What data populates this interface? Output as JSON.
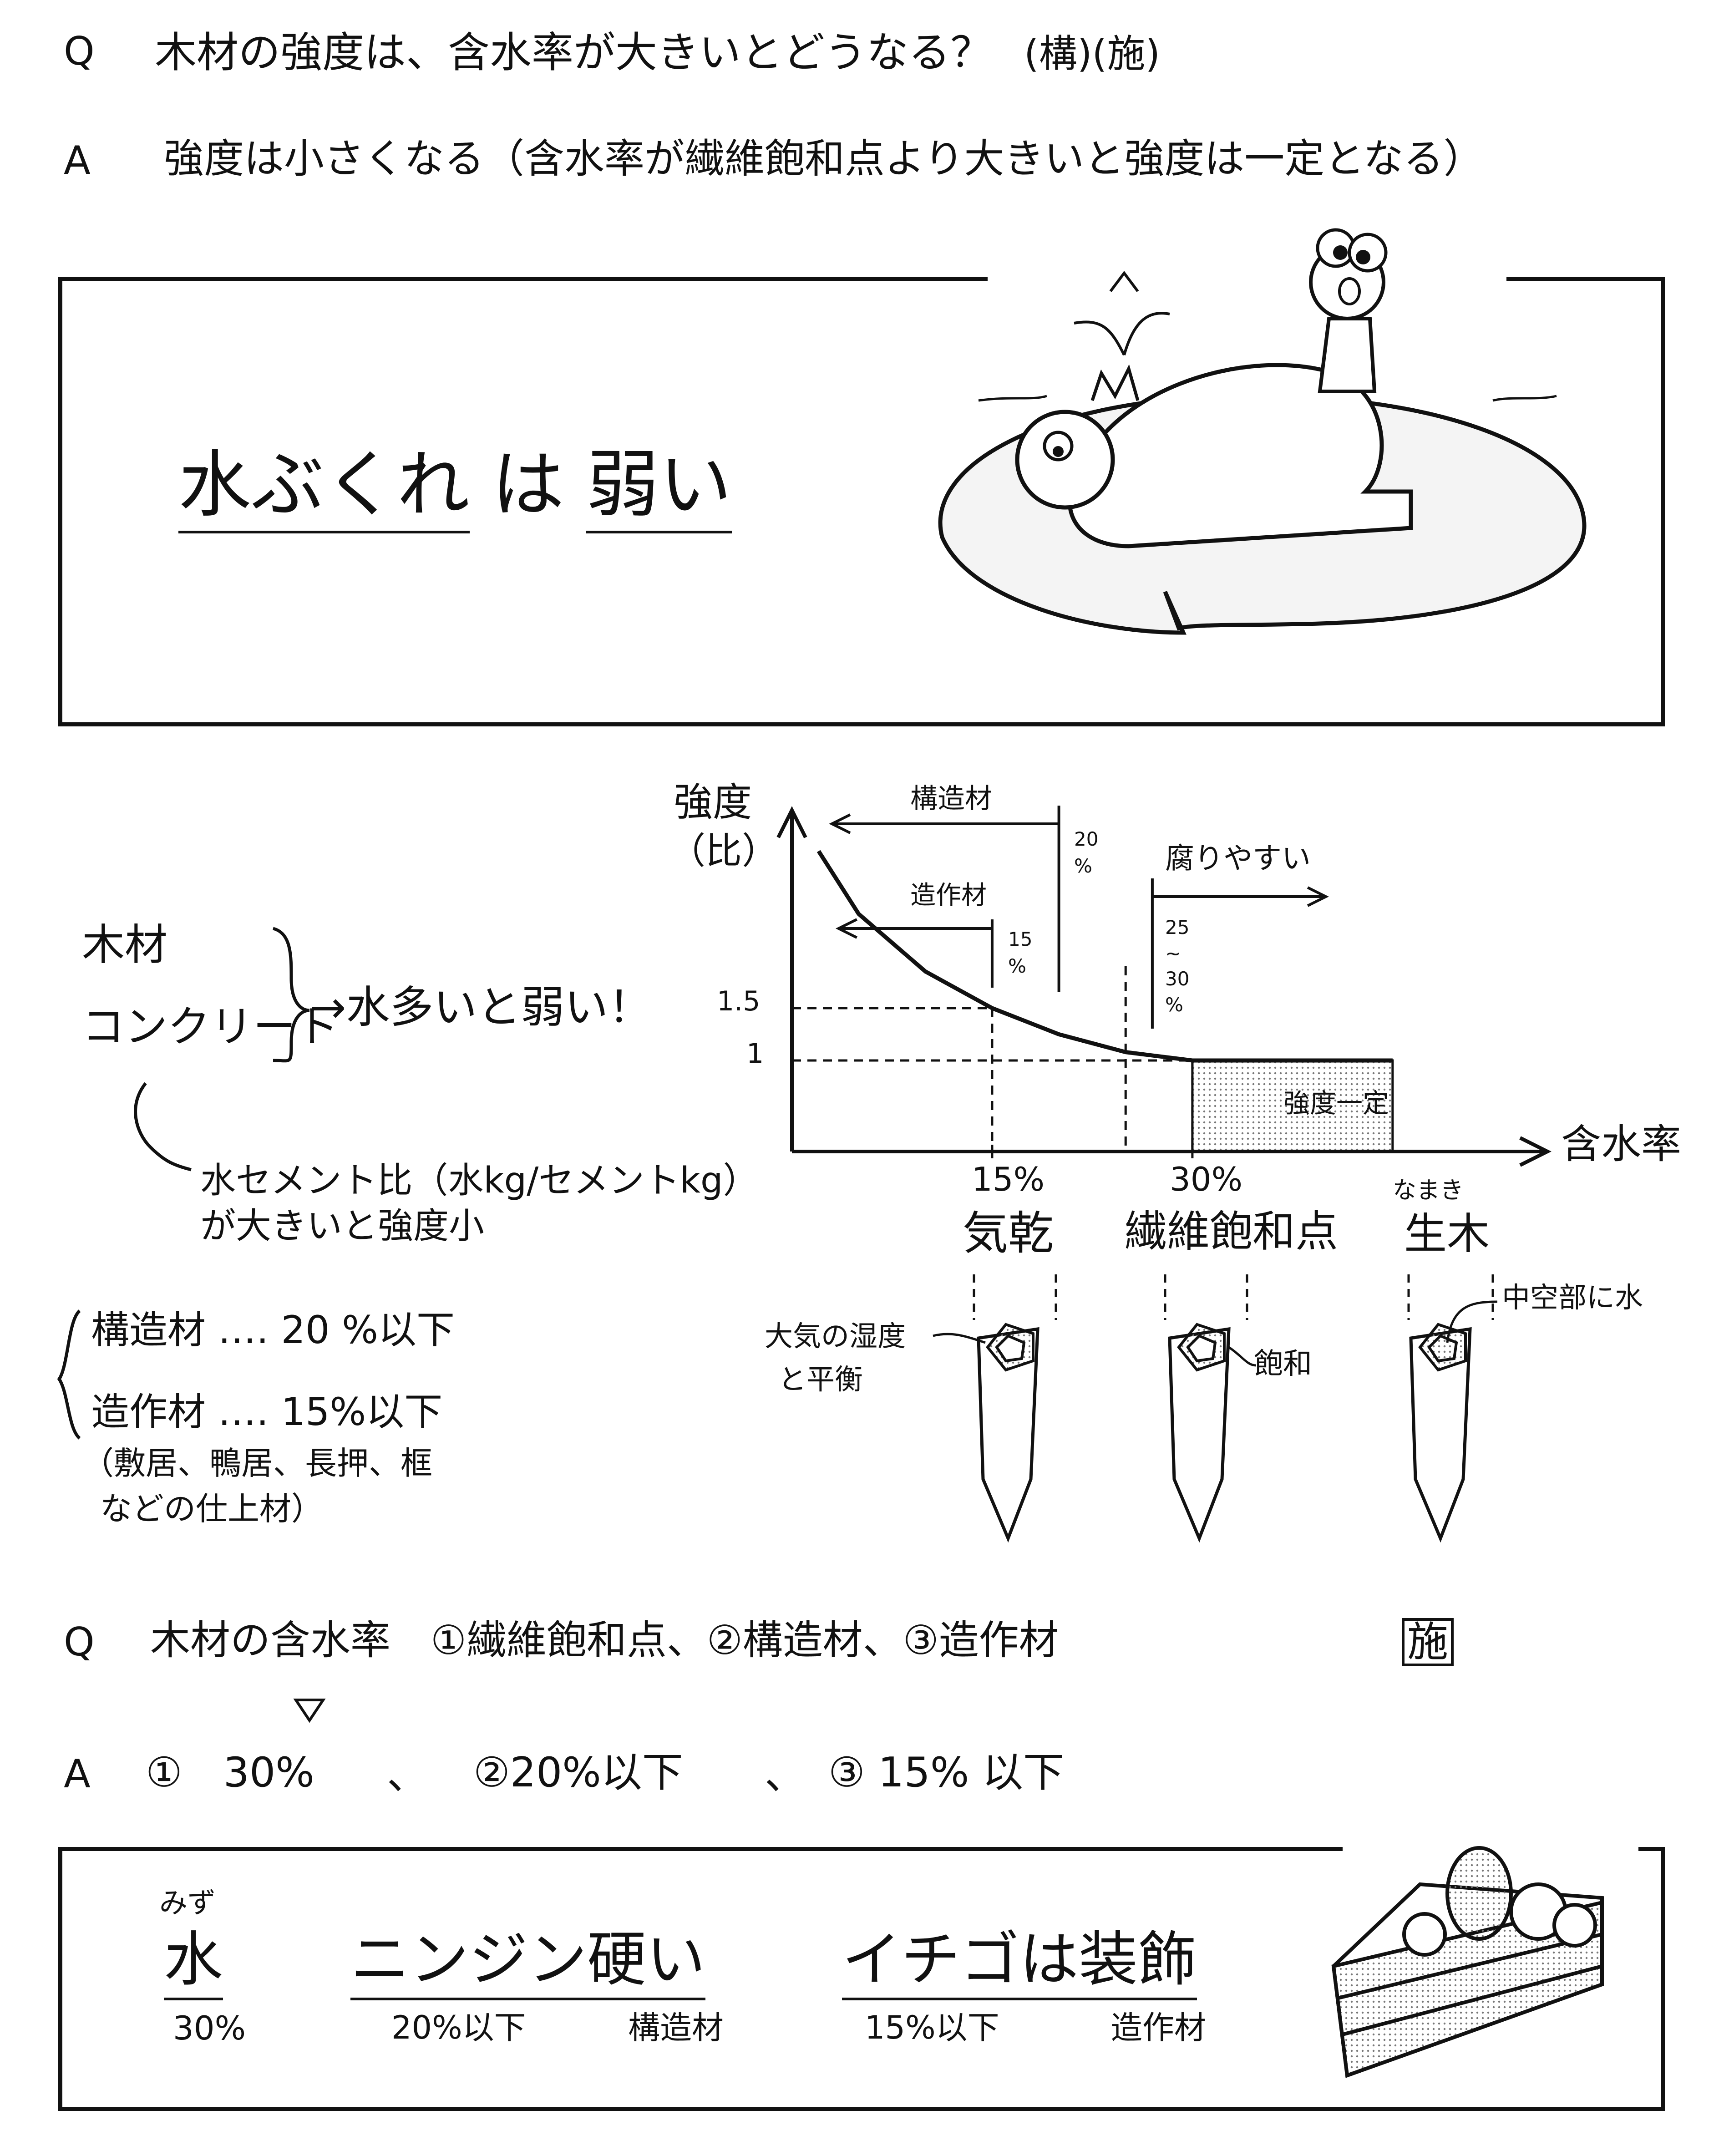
{
  "q1": {
    "q_mark": "Q",
    "question": "木材の強度は、含水率が大きいとどうなる？",
    "tags": "(構)(施)",
    "a_mark": "A",
    "answer": "強度は小さくなる（含水率が繊維飽和点より大きいと強度は一定となる）"
  },
  "mnemonic1": {
    "headline_part1": "水ぶくれ",
    "headline_part2": "は",
    "headline_part3": "弱い"
  },
  "side_notes": {
    "wood": "木材",
    "concrete": "コンクリート",
    "arrow_text": "→水多いと弱い！",
    "wc_ratio_line1": "水セメント比（水kg/セメントkg）",
    "wc_ratio_line2": "が大きいと強度小",
    "structural": "構造材 ‥‥ 20 %以下",
    "finishing": "造作材 ‥‥ 15%以下",
    "finishing_examples_line1": "（敷居、鴨居、長押、框",
    "finishing_examples_line2": "などの仕上材）"
  },
  "chart_data": {
    "type": "line",
    "ylabel": "強度",
    "ylabel_sub": "（比）",
    "xlabel": "含水率",
    "x_ticks": [
      "15%",
      "30%"
    ],
    "y_ticks": [
      "1.5",
      "1"
    ],
    "curve": [
      {
        "x": 2,
        "y": 3.0
      },
      {
        "x": 5,
        "y": 2.4
      },
      {
        "x": 10,
        "y": 1.85
      },
      {
        "x": 15,
        "y": 1.5
      },
      {
        "x": 20,
        "y": 1.25
      },
      {
        "x": 25,
        "y": 1.08
      },
      {
        "x": 30,
        "y": 1.0
      },
      {
        "x": 45,
        "y": 1.0
      }
    ],
    "flat_region_label": "強度一定",
    "annotations": [
      {
        "label": "構造材",
        "value": "20\n%",
        "direction": "left"
      },
      {
        "label": "造作材",
        "value": "15\n%",
        "direction": "left"
      },
      {
        "label": "腐りやすい",
        "value": "25\n~\n30\n%",
        "direction": "right"
      }
    ],
    "states": [
      {
        "x_label": "15%",
        "name": "気乾"
      },
      {
        "x_label": "30%",
        "name": "繊維飽和点"
      },
      {
        "x_label": "なまき",
        "name": "生木"
      }
    ]
  },
  "wood_labels": {
    "equilibrium_line1": "大気の湿度",
    "equilibrium_line2": "と平衡",
    "saturated": "飽和",
    "hollow_water": "中空部に水"
  },
  "q2": {
    "q_mark": "Q",
    "question": "木材の含水率　①繊維飽和点、②構造材、③造作材",
    "tag": "施",
    "a_mark": "A",
    "a1": "①　30%",
    "a2": "②20%以下",
    "a3": "③ 15% 以下",
    "sep": "、"
  },
  "mnemonic2": {
    "ruby": "みず",
    "water": "水",
    "water_sub": "30%",
    "carrot": "ニンジン硬い",
    "carrot_sub": "20%以下",
    "carrot_sub2": "構造材",
    "strawberry": "イチゴは装飾",
    "strawberry_sub": "15%以下",
    "strawberry_sub2": "造作材"
  }
}
